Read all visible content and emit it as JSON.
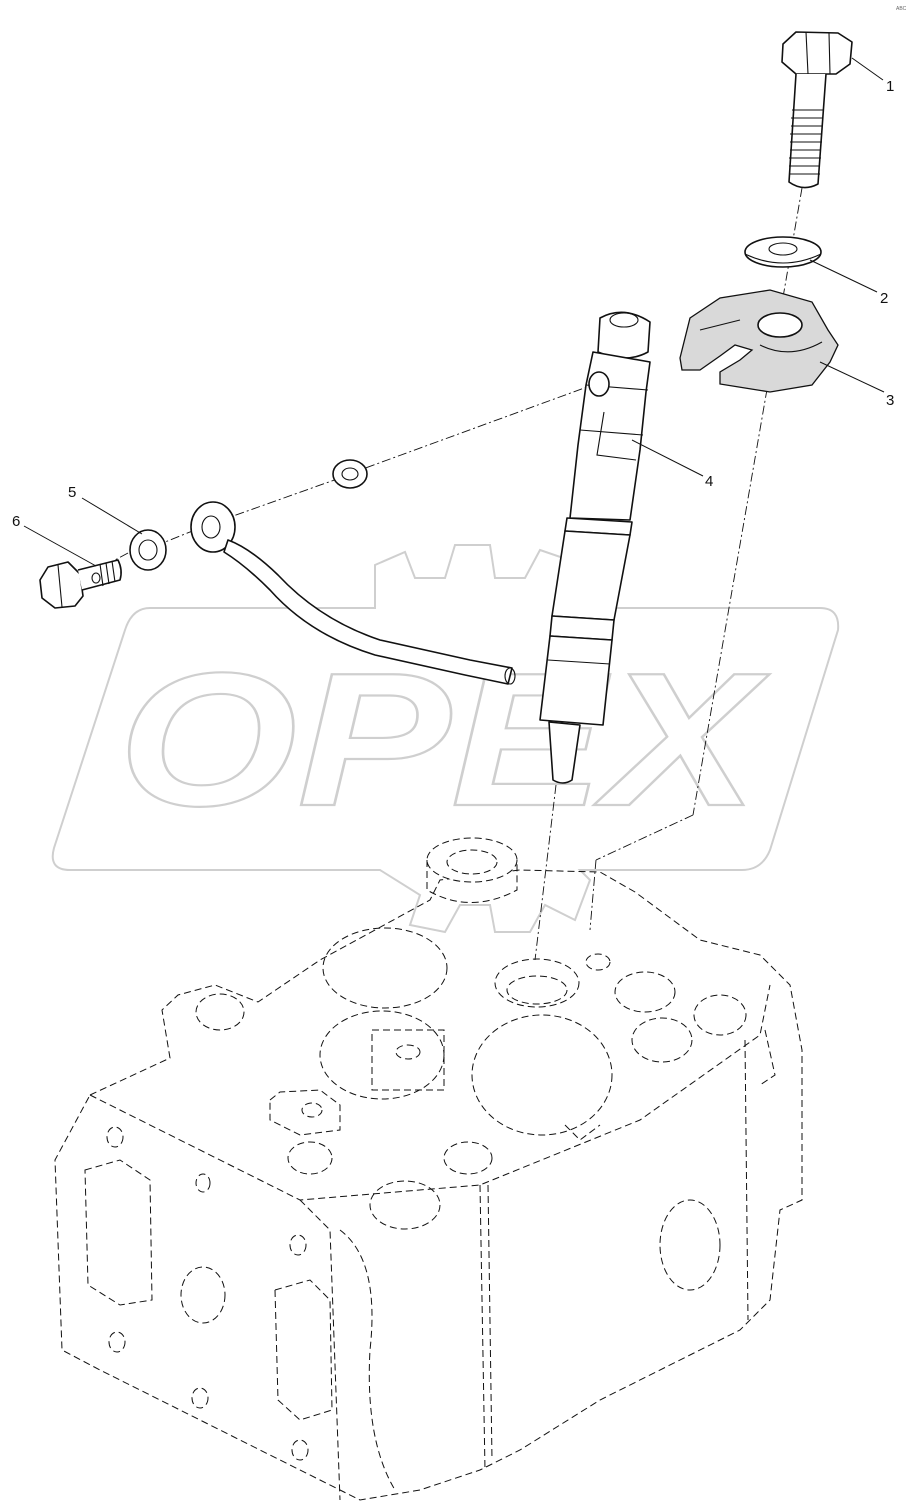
{
  "watermark": {
    "text": "OPEX"
  },
  "reference_code": "ABC",
  "callouts": [
    {
      "number": "1",
      "part": "bolt"
    },
    {
      "number": "2",
      "part": "washer"
    },
    {
      "number": "3",
      "part": "clamp"
    },
    {
      "number": "4",
      "part": "injector"
    },
    {
      "number": "5",
      "part": "sealing washer"
    },
    {
      "number": "6",
      "part": "banjo bolt"
    }
  ],
  "colors": {
    "line": "#111111",
    "watermark": "#cfcfcf",
    "background": "#ffffff"
  }
}
